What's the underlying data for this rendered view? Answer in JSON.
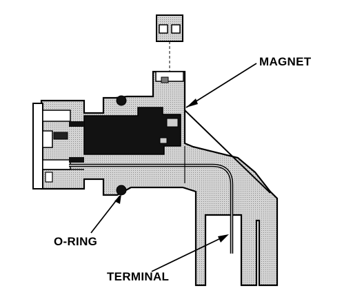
{
  "labels": {
    "magnet": "MAGNET",
    "o_ring": "O-RING",
    "terminal": "TERMINAL"
  },
  "colors": {
    "ink": "#000000",
    "body_gray": "#c8c8c8",
    "core_dark": "#111111",
    "paper": "#ffffff"
  }
}
